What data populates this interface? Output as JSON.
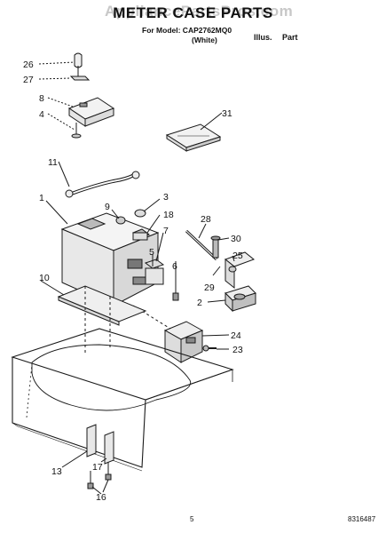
{
  "watermark": "AppliancePartsPros.com",
  "header": {
    "title": "METER CASE PARTS",
    "model_line": "For Model: CAP2762MQ0",
    "color_line": "(White)",
    "illus_label": "Illus.",
    "part_label": "Part"
  },
  "callouts": [
    "26",
    "27",
    "8",
    "4",
    "31",
    "11",
    "1",
    "9",
    "3",
    "18",
    "28",
    "7",
    "30",
    "25",
    "5",
    "6",
    "10",
    "29",
    "2",
    "24",
    "23",
    "13",
    "17",
    "16"
  ],
  "footer": {
    "page": "5",
    "doc_number": "8316487"
  }
}
